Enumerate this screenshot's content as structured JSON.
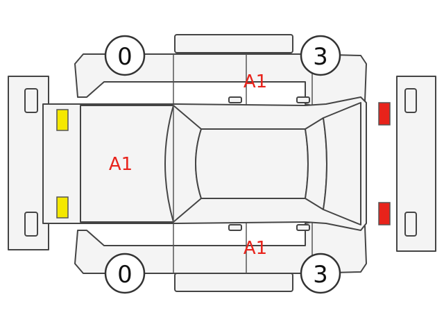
{
  "tires": {
    "front_left": "0",
    "front_right": "3",
    "rear_left": "0",
    "rear_right": "3"
  },
  "damage_marks": {
    "hood": "A1",
    "right_side": "A1",
    "left_side": "A1"
  },
  "colors": {
    "mark_text": "#e8231b",
    "front_lights": "#f5e800",
    "rear_lights": "#e8231b"
  }
}
